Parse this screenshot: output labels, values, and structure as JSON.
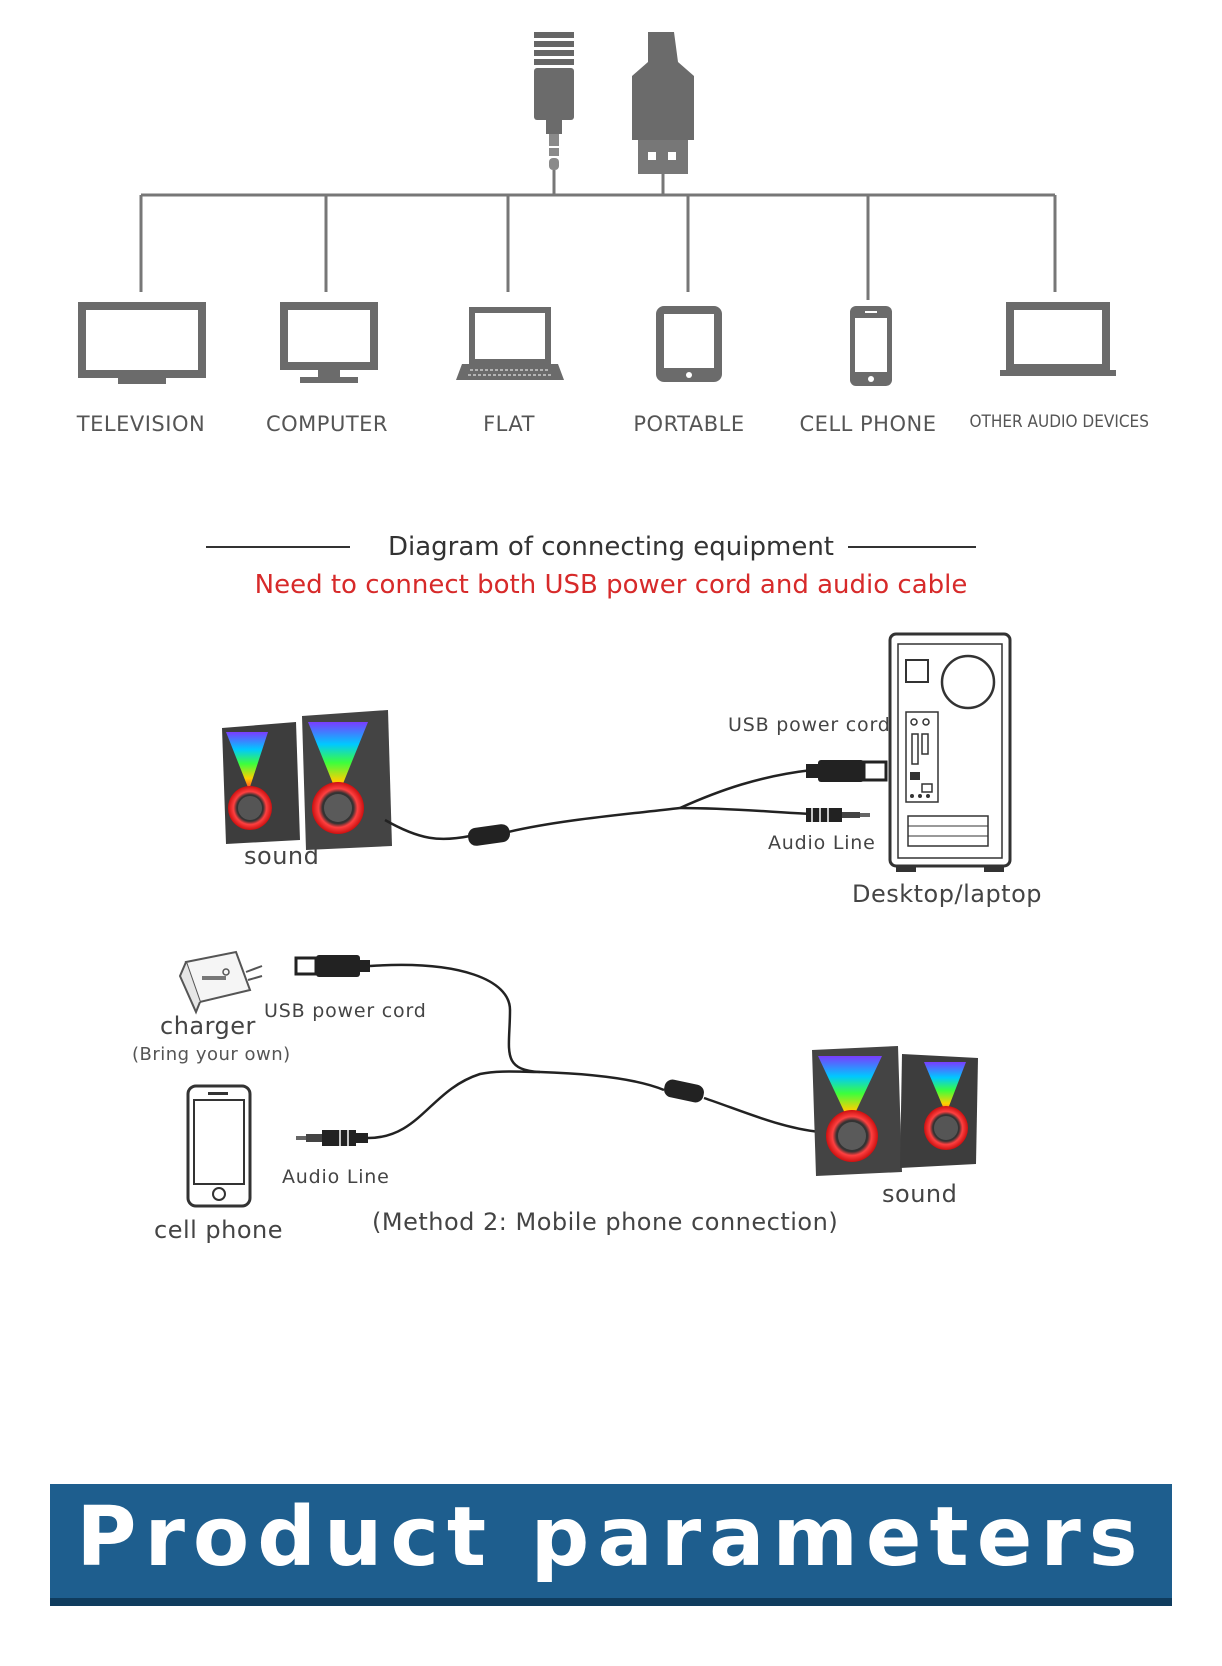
{
  "devices": [
    {
      "label": "TELEVISION",
      "icon": "television-icon"
    },
    {
      "label": "COMPUTER",
      "icon": "computer-monitor-icon"
    },
    {
      "label": "FLAT",
      "icon": "laptop-icon"
    },
    {
      "label": "PORTABLE",
      "icon": "tablet-icon"
    },
    {
      "label": "CELL PHONE",
      "icon": "cell-phone-icon"
    },
    {
      "label": "OTHER AUDIO DEVICES",
      "icon": "monitor-icon"
    }
  ],
  "diagram": {
    "title": "Diagram of connecting equipment",
    "subtitle": "Need to connect both USB power cord and audio cable"
  },
  "method1": {
    "speaker_label": "sound",
    "usb_label": "USB power cord",
    "audio_label": "Audio Line",
    "device_label": "Desktop/laptop"
  },
  "method2": {
    "charger_label": "charger",
    "charger_note": "(Bring your own)",
    "usb_label": "USB power cord",
    "phone_label": "cell phone",
    "audio_label": "Audio Line",
    "speaker_label": "sound",
    "caption": "(Method 2: Mobile phone connection)"
  },
  "banner": {
    "text": "Product parameters"
  },
  "colors": {
    "accent_red": "#d72a2a",
    "banner_blue": "#1e5e8e",
    "icon_gray": "#6b6b6b"
  }
}
